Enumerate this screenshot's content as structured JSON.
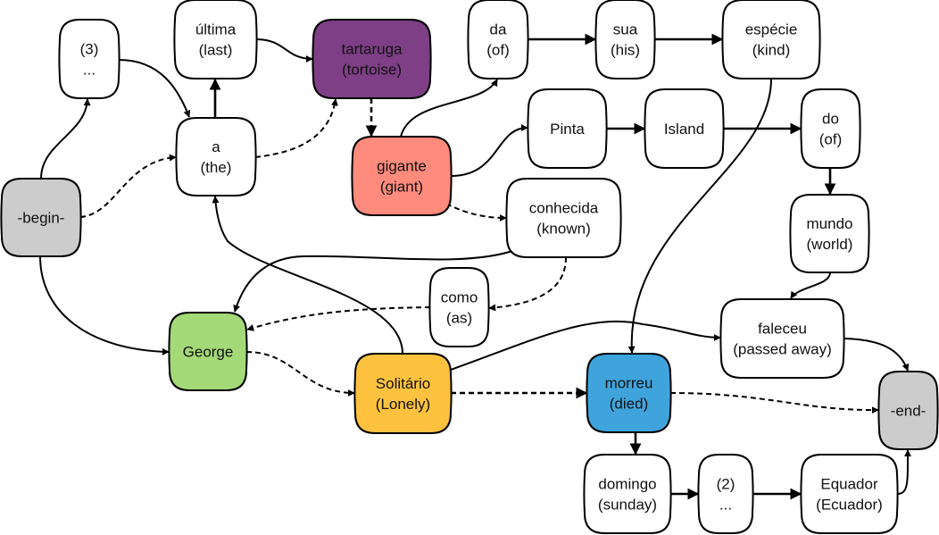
{
  "title": "Word lattice: Lonesome George sentence alignment",
  "colors": {
    "terminal": "#cccccc",
    "default": "#ffffff",
    "tartaruga": "#7e3f86",
    "gigante": "#ff8b7d",
    "george": "#a3d977",
    "solitario": "#fec23e",
    "morreu": "#3fa4dc"
  },
  "nodes": [
    {
      "id": "begin",
      "lines": [
        "-begin-"
      ],
      "color": "terminal"
    },
    {
      "id": "ellipsis3",
      "lines": [
        "(3)",
        "..."
      ],
      "color": "default"
    },
    {
      "id": "ultima",
      "lines": [
        "última",
        "(last)"
      ],
      "color": "default"
    },
    {
      "id": "a",
      "lines": [
        "a",
        "(the)"
      ],
      "color": "default"
    },
    {
      "id": "tartaruga",
      "lines": [
        "tartaruga",
        "(tortoise)"
      ],
      "color": "tartaruga"
    },
    {
      "id": "gigante",
      "lines": [
        "gigante",
        "(giant)"
      ],
      "color": "gigante"
    },
    {
      "id": "da",
      "lines": [
        "da",
        "(of)"
      ],
      "color": "default"
    },
    {
      "id": "sua",
      "lines": [
        "sua",
        "(his)"
      ],
      "color": "default"
    },
    {
      "id": "especie",
      "lines": [
        "espécie",
        "(kind)"
      ],
      "color": "default"
    },
    {
      "id": "pinta",
      "lines": [
        "Pinta"
      ],
      "color": "default"
    },
    {
      "id": "island",
      "lines": [
        "Island"
      ],
      "color": "default"
    },
    {
      "id": "do",
      "lines": [
        "do",
        "(of)"
      ],
      "color": "default"
    },
    {
      "id": "conhecida",
      "lines": [
        "conhecida",
        "(known)"
      ],
      "color": "default"
    },
    {
      "id": "mundo",
      "lines": [
        "mundo",
        "(world)"
      ],
      "color": "default"
    },
    {
      "id": "como",
      "lines": [
        "como",
        "(as)"
      ],
      "color": "default"
    },
    {
      "id": "george",
      "lines": [
        "George"
      ],
      "color": "george"
    },
    {
      "id": "faleceu",
      "lines": [
        "faleceu",
        "(passed away)"
      ],
      "color": "default"
    },
    {
      "id": "solitario",
      "lines": [
        "Solitário",
        "(Lonely)"
      ],
      "color": "solitario"
    },
    {
      "id": "morreu",
      "lines": [
        "morreu",
        "(died)"
      ],
      "color": "morreu"
    },
    {
      "id": "end",
      "lines": [
        "-end-"
      ],
      "color": "terminal"
    },
    {
      "id": "domingo",
      "lines": [
        "domingo",
        "(sunday)"
      ],
      "color": "default"
    },
    {
      "id": "ellipsis2",
      "lines": [
        "(2)",
        "..."
      ],
      "color": "default"
    },
    {
      "id": "equador",
      "lines": [
        "Equador",
        "(Ecuador)"
      ],
      "color": "default"
    }
  ],
  "edges": [
    {
      "from": "begin",
      "to": "ellipsis3",
      "style": "solid"
    },
    {
      "from": "begin",
      "to": "a",
      "style": "dashed"
    },
    {
      "from": "begin",
      "to": "george",
      "style": "solid"
    },
    {
      "from": "ellipsis3",
      "to": "a",
      "style": "solid"
    },
    {
      "from": "a",
      "to": "ultima",
      "style": "solid"
    },
    {
      "from": "a",
      "to": "tartaruga",
      "style": "dashed"
    },
    {
      "from": "ultima",
      "to": "tartaruga",
      "style": "solid"
    },
    {
      "from": "tartaruga",
      "to": "gigante",
      "style": "dashed"
    },
    {
      "from": "gigante",
      "to": "da",
      "style": "solid"
    },
    {
      "from": "gigante",
      "to": "pinta",
      "style": "solid"
    },
    {
      "from": "gigante",
      "to": "conhecida",
      "style": "dashed"
    },
    {
      "from": "da",
      "to": "sua",
      "style": "solid"
    },
    {
      "from": "sua",
      "to": "especie",
      "style": "solid"
    },
    {
      "from": "especie",
      "to": "morreu",
      "style": "solid"
    },
    {
      "from": "pinta",
      "to": "island",
      "style": "solid"
    },
    {
      "from": "island",
      "to": "do",
      "style": "solid"
    },
    {
      "from": "do",
      "to": "mundo",
      "style": "solid"
    },
    {
      "from": "mundo",
      "to": "faleceu",
      "style": "solid"
    },
    {
      "from": "conhecida",
      "to": "george",
      "style": "solid"
    },
    {
      "from": "conhecida",
      "to": "como",
      "style": "dashed"
    },
    {
      "from": "como",
      "to": "george",
      "style": "dashed"
    },
    {
      "from": "george",
      "to": "solitario",
      "style": "dashed"
    },
    {
      "from": "solitario",
      "to": "a",
      "style": "solid"
    },
    {
      "from": "solitario",
      "to": "faleceu",
      "style": "solid"
    },
    {
      "from": "solitario",
      "to": "morreu",
      "style": "dashed"
    },
    {
      "from": "faleceu",
      "to": "end",
      "style": "solid"
    },
    {
      "from": "morreu",
      "to": "end",
      "style": "dashed"
    },
    {
      "from": "morreu",
      "to": "domingo",
      "style": "solid"
    },
    {
      "from": "domingo",
      "to": "ellipsis2",
      "style": "solid"
    },
    {
      "from": "ellipsis2",
      "to": "equador",
      "style": "solid"
    },
    {
      "from": "equador",
      "to": "end",
      "style": "solid"
    }
  ]
}
